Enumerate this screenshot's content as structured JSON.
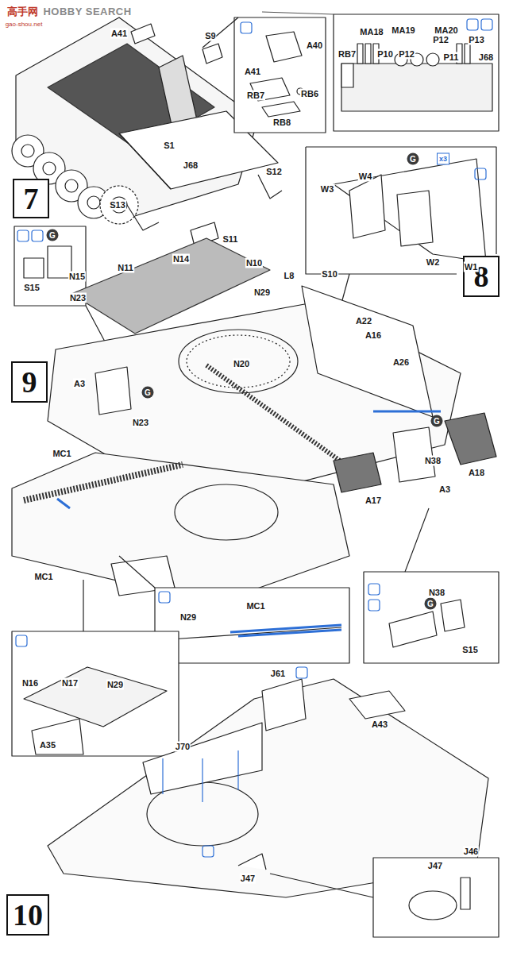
{
  "diagram": {
    "nodes": [
      {
        "text": [
          "7"
        ]
      },
      {
        "text": [
          "8"
        ]
      },
      {
        "text": [
          "9"
        ]
      },
      {
        "text": [
          "10"
        ]
      }
    ],
    "labels": [
      "高手网",
      "HOBBY SEARCH",
      "gao-shou.net",
      "A41",
      "S9",
      "A40",
      "A41",
      "RB6",
      "RB7",
      "RB8",
      "MA18",
      "MA19",
      "MA20",
      "RB7",
      "P10",
      "P12",
      "P12",
      "P13",
      "P11",
      "J68",
      "J68",
      "S1",
      "S12",
      "S13",
      "S11",
      "G",
      "x3",
      "W4",
      "W3",
      "W2",
      "W1",
      "G",
      "S15",
      "N23",
      "N14",
      "N10",
      "N11",
      "N15",
      "N29",
      "L8",
      "S10",
      "A22",
      "A16",
      "A26",
      "N20",
      "A3",
      "G",
      "N23",
      "G",
      "N38",
      "A3",
      "A18",
      "A17",
      "MC1",
      "MC1",
      "N29",
      "MC1",
      "G",
      "N38",
      "S15",
      "N16",
      "N17",
      "N29",
      "A35",
      "J61",
      "A43",
      "J70",
      "J47",
      "J47",
      "J46"
    ]
  }
}
